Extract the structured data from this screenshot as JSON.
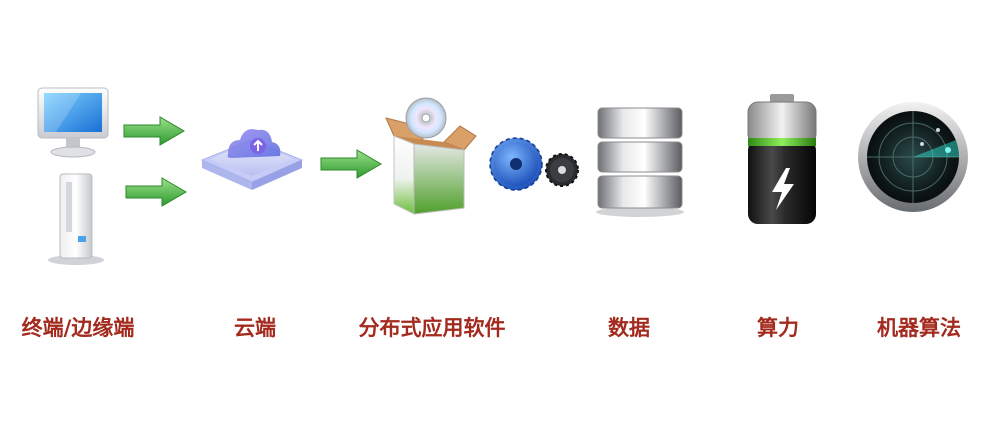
{
  "labels": {
    "terminal_edge": "终端/边缘端",
    "cloud": "云端",
    "distributed_software": "分布式应用软件",
    "data": "数据",
    "compute": "算力",
    "ml_algorithm": "机器算法"
  },
  "icons": {
    "monitor": "monitor-icon",
    "tower": "pc-tower-icon",
    "cloud": "cloud-upload-icon",
    "software_box": "software-box-icon",
    "gears": "gears-icon",
    "database": "database-icon",
    "battery": "battery-icon",
    "radar": "radar-icon",
    "arrow": "green-arrow-icon"
  },
  "colors": {
    "label": "#a32a1e",
    "arrow": "#3aa53a",
    "battery_charge": "#4cc02a",
    "cloud_accent": "#8a6fe0",
    "radar_glow": "#2fe0d0"
  }
}
